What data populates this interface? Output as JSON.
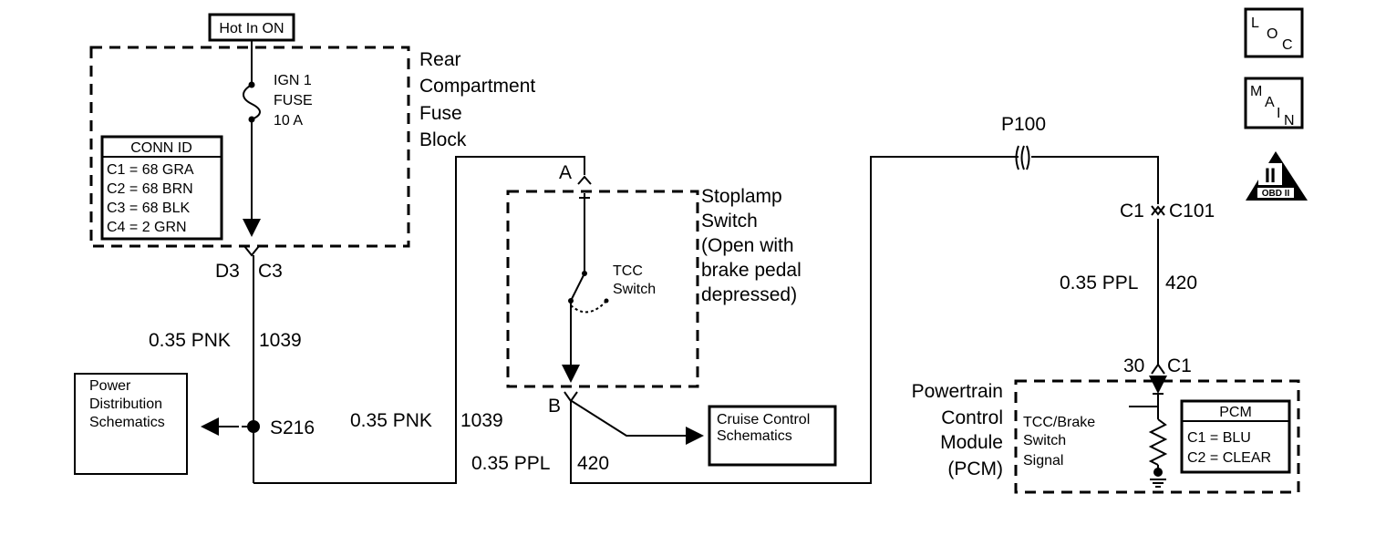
{
  "hot_in_on": "Hot In ON",
  "fuse_block": {
    "line1": "Rear",
    "line2": "Compartment",
    "line3": "Fuse",
    "line4": "Block"
  },
  "fuse": {
    "line1": "IGN 1",
    "line2": "FUSE",
    "line3": "10 A"
  },
  "conn_id_table": {
    "header": "CONN ID",
    "rows": [
      "C1 = 68 GRA",
      "C2 = 68 BRN",
      "C3 = 68 BLK",
      "C4 = 2 GRN"
    ]
  },
  "connector_d3": "D3",
  "connector_c3": "C3",
  "wire_upper_left_size": "0.35 PNK",
  "wire_upper_left_circuit": "1039",
  "wire_mid_size": "0.35 PNK",
  "wire_mid_circuit": "1039",
  "wire_bottom_size": "0.35 PPL",
  "wire_bottom_circuit": "420",
  "wire_right_size": "0.35 PPL",
  "wire_right_circuit": "420",
  "splice": "S216",
  "power_distribution": {
    "line1": "Power",
    "line2": "Distribution",
    "line3": "Schematics"
  },
  "stoplamp_switch": {
    "line1": "Stoplamp",
    "line2": "Switch",
    "line3": "(Open with",
    "line4": "brake pedal",
    "line5": "depressed)"
  },
  "terminal_a": "A",
  "terminal_b": "B",
  "tcc_switch": {
    "line1": "TCC",
    "line2": "Switch"
  },
  "cruise_control": {
    "line1": "Cruise Control",
    "line2": "Schematics"
  },
  "p100": "P100",
  "c1_left": "C1",
  "c101": "C101",
  "pin_30": "30",
  "pcm_c1": "C1",
  "powertrain": {
    "line1": "Powertrain",
    "line2": "Control",
    "line3": "Module",
    "line4": "(PCM)"
  },
  "tcc_brake_signal": {
    "line1": "TCC/Brake",
    "line2": "Switch",
    "line3": "Signal"
  },
  "pcm_table": {
    "header": "PCM",
    "rows": [
      "C1 = BLU",
      "C2 = CLEAR"
    ]
  },
  "icons": {
    "loc": {
      "l": "L",
      "o": "O",
      "c": "C"
    },
    "main": {
      "m": "M",
      "a": "A",
      "i": "I",
      "n": "N"
    },
    "obd": {
      "numeral": "II",
      "caption": "OBD II"
    }
  }
}
